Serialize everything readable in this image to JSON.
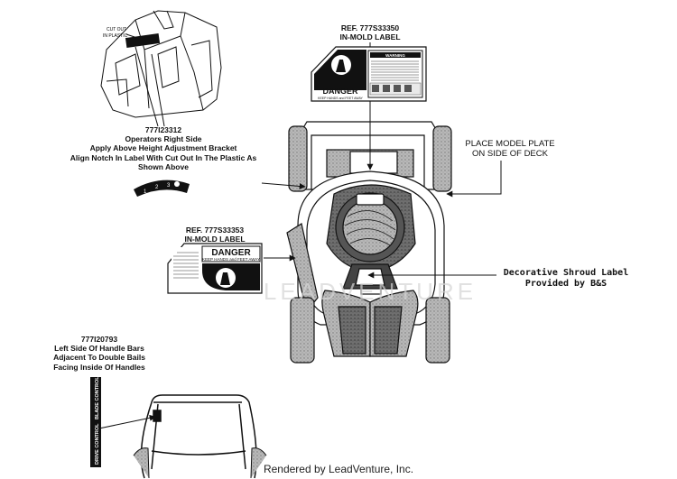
{
  "callouts": {
    "top_left": {
      "part": "777I23312",
      "lines": [
        "Operators Right Side",
        "Apply Above Height Adjustment Bracket",
        "Align Notch In Label With Cut Out In The Plastic As",
        "Shown Above"
      ],
      "cutout_note_1": "CUT OUT",
      "cutout_note_2": "IN PLASTIC",
      "dial_marks": [
        "1",
        "2",
        "3",
        "4"
      ]
    },
    "top_center": {
      "ref": "REF. 777S33350",
      "kind": "IN-MOLD LABEL",
      "danger_word": "DANGER",
      "danger_sub": "KEEP HANDS and FEET AWAY",
      "warning_word": "WARNING"
    },
    "middle_left": {
      "ref": "REF. 777S33353",
      "kind": "IN-MOLD LABEL",
      "danger_word": "DANGER",
      "danger_sub": "KEEP HANDS and FEET AWAY"
    },
    "right_top": {
      "lines": [
        "PLACE MODEL PLATE",
        "ON SIDE OF DECK"
      ]
    },
    "right_middle": {
      "lines": [
        "Decorative Shroud Label",
        "Provided by B&S"
      ]
    },
    "bottom_left": {
      "part": "777I20793",
      "lines": [
        "Left Side Of Handle Bars",
        "Adjacent To Double Bails",
        "Facing Inside Of Handles"
      ],
      "strip_labels": [
        "DRIVE CONTROL",
        "BLADE CONTROL"
      ]
    }
  },
  "watermark": "LEADVENTURE",
  "footer": "Rendered by LeadVenture, Inc."
}
